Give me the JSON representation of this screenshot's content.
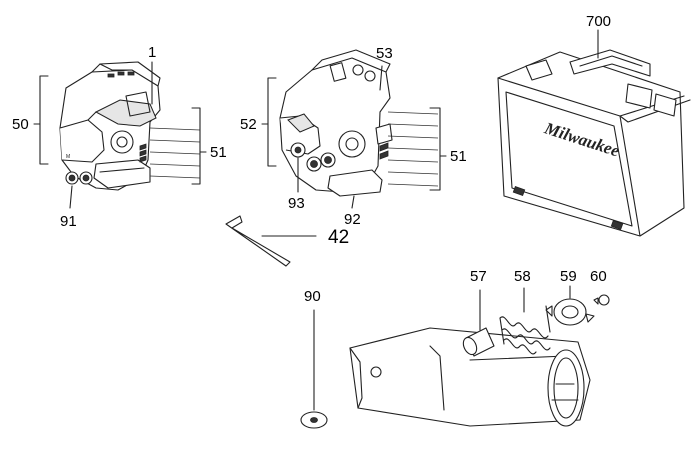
{
  "callouts": {
    "c1": "1",
    "c50": "50",
    "c51a": "51",
    "c91": "91",
    "c53": "53",
    "c52": "52",
    "c51b": "51",
    "c93": "93",
    "c92": "92",
    "c700": "700",
    "c42": "42",
    "c90": "90",
    "c57": "57",
    "c58": "58",
    "c59": "59",
    "c60": "60"
  },
  "case_brand": "Milwaukee"
}
